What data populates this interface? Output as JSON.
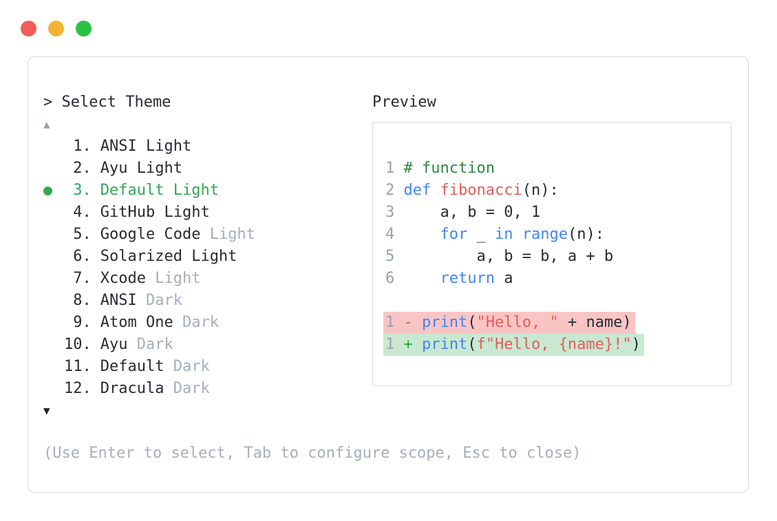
{
  "window": {
    "traffic_lights": [
      {
        "name": "close",
        "color": "#f25d55"
      },
      {
        "name": "minimize",
        "color": "#f2b234"
      },
      {
        "name": "maximize",
        "color": "#27c340"
      }
    ]
  },
  "colors": {
    "dark_text": "#272b33",
    "muted_text": "#a6aebd",
    "muted_arrow": "#97a0b1",
    "muted_footer": "#a6aebd",
    "line_number": "#99a1b0",
    "selection_green": "#34a853",
    "comment_green": "#2b8a3e",
    "keyword_blue": "#4285f4",
    "function_red": "#e25d5a",
    "string_red": "#e25d5a",
    "diff_minus_red": "#d94f4f",
    "diff_plus_green": "#28a745",
    "diff_removed_bg": "#f9c5c4",
    "diff_added_bg": "#c9e8d1"
  },
  "theme_selector": {
    "prompt": "> Select Theme",
    "scroll_up_indicator": "▲",
    "scroll_down_indicator": "▼",
    "items": [
      {
        "number": "1",
        "name": "ANSI Light",
        "muted": "",
        "selected": false
      },
      {
        "number": "2",
        "name": "Ayu Light",
        "muted": "",
        "selected": false
      },
      {
        "number": "3",
        "name": "Default Light",
        "muted": "",
        "selected": true
      },
      {
        "number": "4",
        "name": "GitHub Light",
        "muted": "",
        "selected": false
      },
      {
        "number": "5",
        "name": "Google Code",
        "muted": "Light",
        "selected": false
      },
      {
        "number": "6",
        "name": "Solarized Light",
        "muted": "",
        "selected": false
      },
      {
        "number": "7",
        "name": "Xcode",
        "muted": "Light",
        "selected": false
      },
      {
        "number": "8",
        "name": "ANSI",
        "muted": "Dark",
        "selected": false
      },
      {
        "number": "9",
        "name": "Atom One",
        "muted": "Dark",
        "selected": false
      },
      {
        "number": "10",
        "name": "Ayu",
        "muted": "Dark",
        "selected": false
      },
      {
        "number": "11",
        "name": "Default",
        "muted": "Dark",
        "selected": false
      },
      {
        "number": "12",
        "name": "Dracula",
        "muted": "Dark",
        "selected": false
      }
    ],
    "footer_hint": "(Use Enter to select, Tab to configure scope, Esc to close)"
  },
  "preview": {
    "title": "Preview",
    "code_lines": [
      {
        "num": "1",
        "highlight": "",
        "tokens": [
          {
            "text": "# function",
            "type": "comment"
          }
        ]
      },
      {
        "num": "2",
        "highlight": "",
        "tokens": [
          {
            "text": "def",
            "type": "keyword"
          },
          {
            "text": " ",
            "type": "plain"
          },
          {
            "text": "fibonacci",
            "type": "function"
          },
          {
            "text": "(n):",
            "type": "plain"
          }
        ]
      },
      {
        "num": "3",
        "highlight": "",
        "tokens": [
          {
            "text": "    a, b = 0, 1",
            "type": "plain"
          }
        ]
      },
      {
        "num": "4",
        "highlight": "",
        "tokens": [
          {
            "text": "    ",
            "type": "plain"
          },
          {
            "text": "for",
            "type": "keyword"
          },
          {
            "text": " _ ",
            "type": "plain"
          },
          {
            "text": "in",
            "type": "keyword"
          },
          {
            "text": " ",
            "type": "plain"
          },
          {
            "text": "range",
            "type": "keyword"
          },
          {
            "text": "(n):",
            "type": "plain"
          }
        ]
      },
      {
        "num": "5",
        "highlight": "",
        "tokens": [
          {
            "text": "        a, b = b, a + b",
            "type": "plain"
          }
        ]
      },
      {
        "num": "6",
        "highlight": "",
        "tokens": [
          {
            "text": "    ",
            "type": "plain"
          },
          {
            "text": "return",
            "type": "keyword"
          },
          {
            "text": " a",
            "type": "plain"
          }
        ]
      },
      {
        "num": "",
        "highlight": "",
        "tokens": []
      },
      {
        "num": "1",
        "highlight": "removed",
        "tokens": [
          {
            "text": "- ",
            "type": "removed-sign"
          },
          {
            "text": "print",
            "type": "keyword"
          },
          {
            "text": "(",
            "type": "plain"
          },
          {
            "text": "\"Hello, \"",
            "type": "string"
          },
          {
            "text": " + name)",
            "type": "plain"
          }
        ]
      },
      {
        "num": "1",
        "highlight": "added",
        "tokens": [
          {
            "text": "+ ",
            "type": "added-sign"
          },
          {
            "text": "print",
            "type": "keyword"
          },
          {
            "text": "(",
            "type": "plain"
          },
          {
            "text": "f\"Hello, {name}!\"",
            "type": "string"
          },
          {
            "text": ")",
            "type": "plain"
          }
        ]
      }
    ]
  }
}
